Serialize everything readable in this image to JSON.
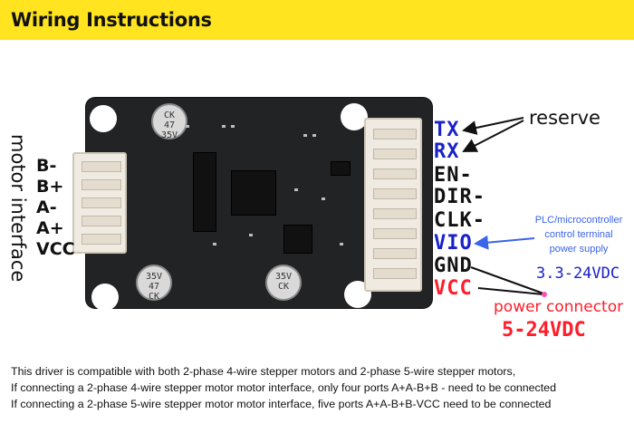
{
  "header": {
    "title": "Wiring Instructions",
    "background": "#ffe41f"
  },
  "board": {
    "capacitors": [
      {
        "text": [
          "CK",
          "47",
          "35V"
        ]
      },
      {
        "text": [
          "35V",
          "47",
          "CK"
        ]
      },
      {
        "text": [
          "35V",
          "CK"
        ]
      }
    ]
  },
  "motor_interface": {
    "label": "motor interface",
    "pins": [
      "B-",
      "B+",
      "A-",
      "A+",
      "VCC"
    ]
  },
  "control_pins": [
    {
      "label": "TX",
      "color": "#1a21c9"
    },
    {
      "label": "RX",
      "color": "#1a21c9"
    },
    {
      "label": "EN-",
      "color": "#111111"
    },
    {
      "label": "DIR-",
      "color": "#111111"
    },
    {
      "label": "CLK-",
      "color": "#111111"
    },
    {
      "label": "VIO",
      "color": "#1a21c9"
    },
    {
      "label": "GND",
      "color": "#111111"
    },
    {
      "label": "VCC",
      "color": "#ff1d2a"
    }
  ],
  "annotations": {
    "reserve": "reserve",
    "plc_lines": [
      "PLC/microcontroller",
      "control terminal",
      "power supply"
    ],
    "vio_range": "3.3-24VDC",
    "power_connector": "power connector",
    "vcc_range": "5-24VDC"
  },
  "description": [
    "This driver is compatible with both 2-phase 4-wire stepper motors and 2-phase 5-wire stepper motors,",
    "If connecting a 2-phase 4-wire stepper motor motor interface, only four ports A+A-B+B - need to be connected",
    "If connecting a 2-phase 5-wire stepper motor motor interface, five ports A+A-B+B-VCC need to be connected"
  ]
}
